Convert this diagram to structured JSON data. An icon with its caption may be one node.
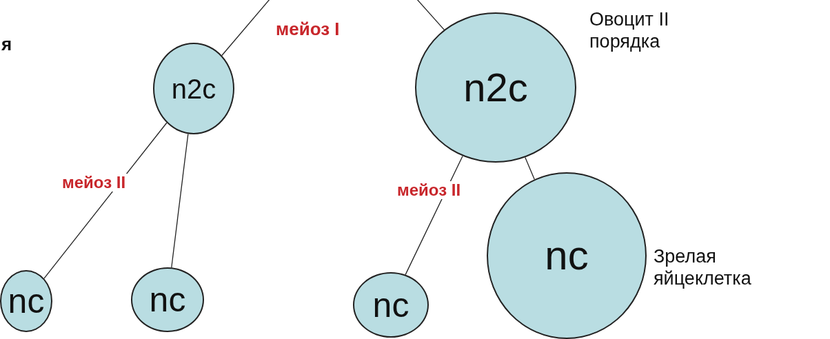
{
  "diagram": {
    "nodes": [
      {
        "text": [
          "n2c"
        ]
      },
      {
        "text": [
          "n2c"
        ],
        "beside": [
          "Овоцит II порядка"
        ]
      },
      {
        "text": [
          "nc"
        ]
      },
      {
        "text": [
          "nc"
        ]
      },
      {
        "text": [
          "nc"
        ]
      },
      {
        "text": [
          "nc"
        ],
        "beside": [
          "Зрелая яйцеклетка"
        ]
      }
    ],
    "edges": [
      {
        "from": null,
        "to": 0,
        "arrow": "none"
      },
      {
        "from": null,
        "to": 1,
        "arrow": "none"
      },
      {
        "from": 0,
        "to": 2,
        "arrow": "none"
      },
      {
        "from": 0,
        "to": 3,
        "arrow": "none"
      },
      {
        "from": 1,
        "to": 4,
        "arrow": "none"
      },
      {
        "from": 1,
        "to": 5,
        "arrow": "none"
      }
    ],
    "labels": [
      "я",
      "мейоз I",
      "мейоз II",
      "мейоз II"
    ]
  }
}
